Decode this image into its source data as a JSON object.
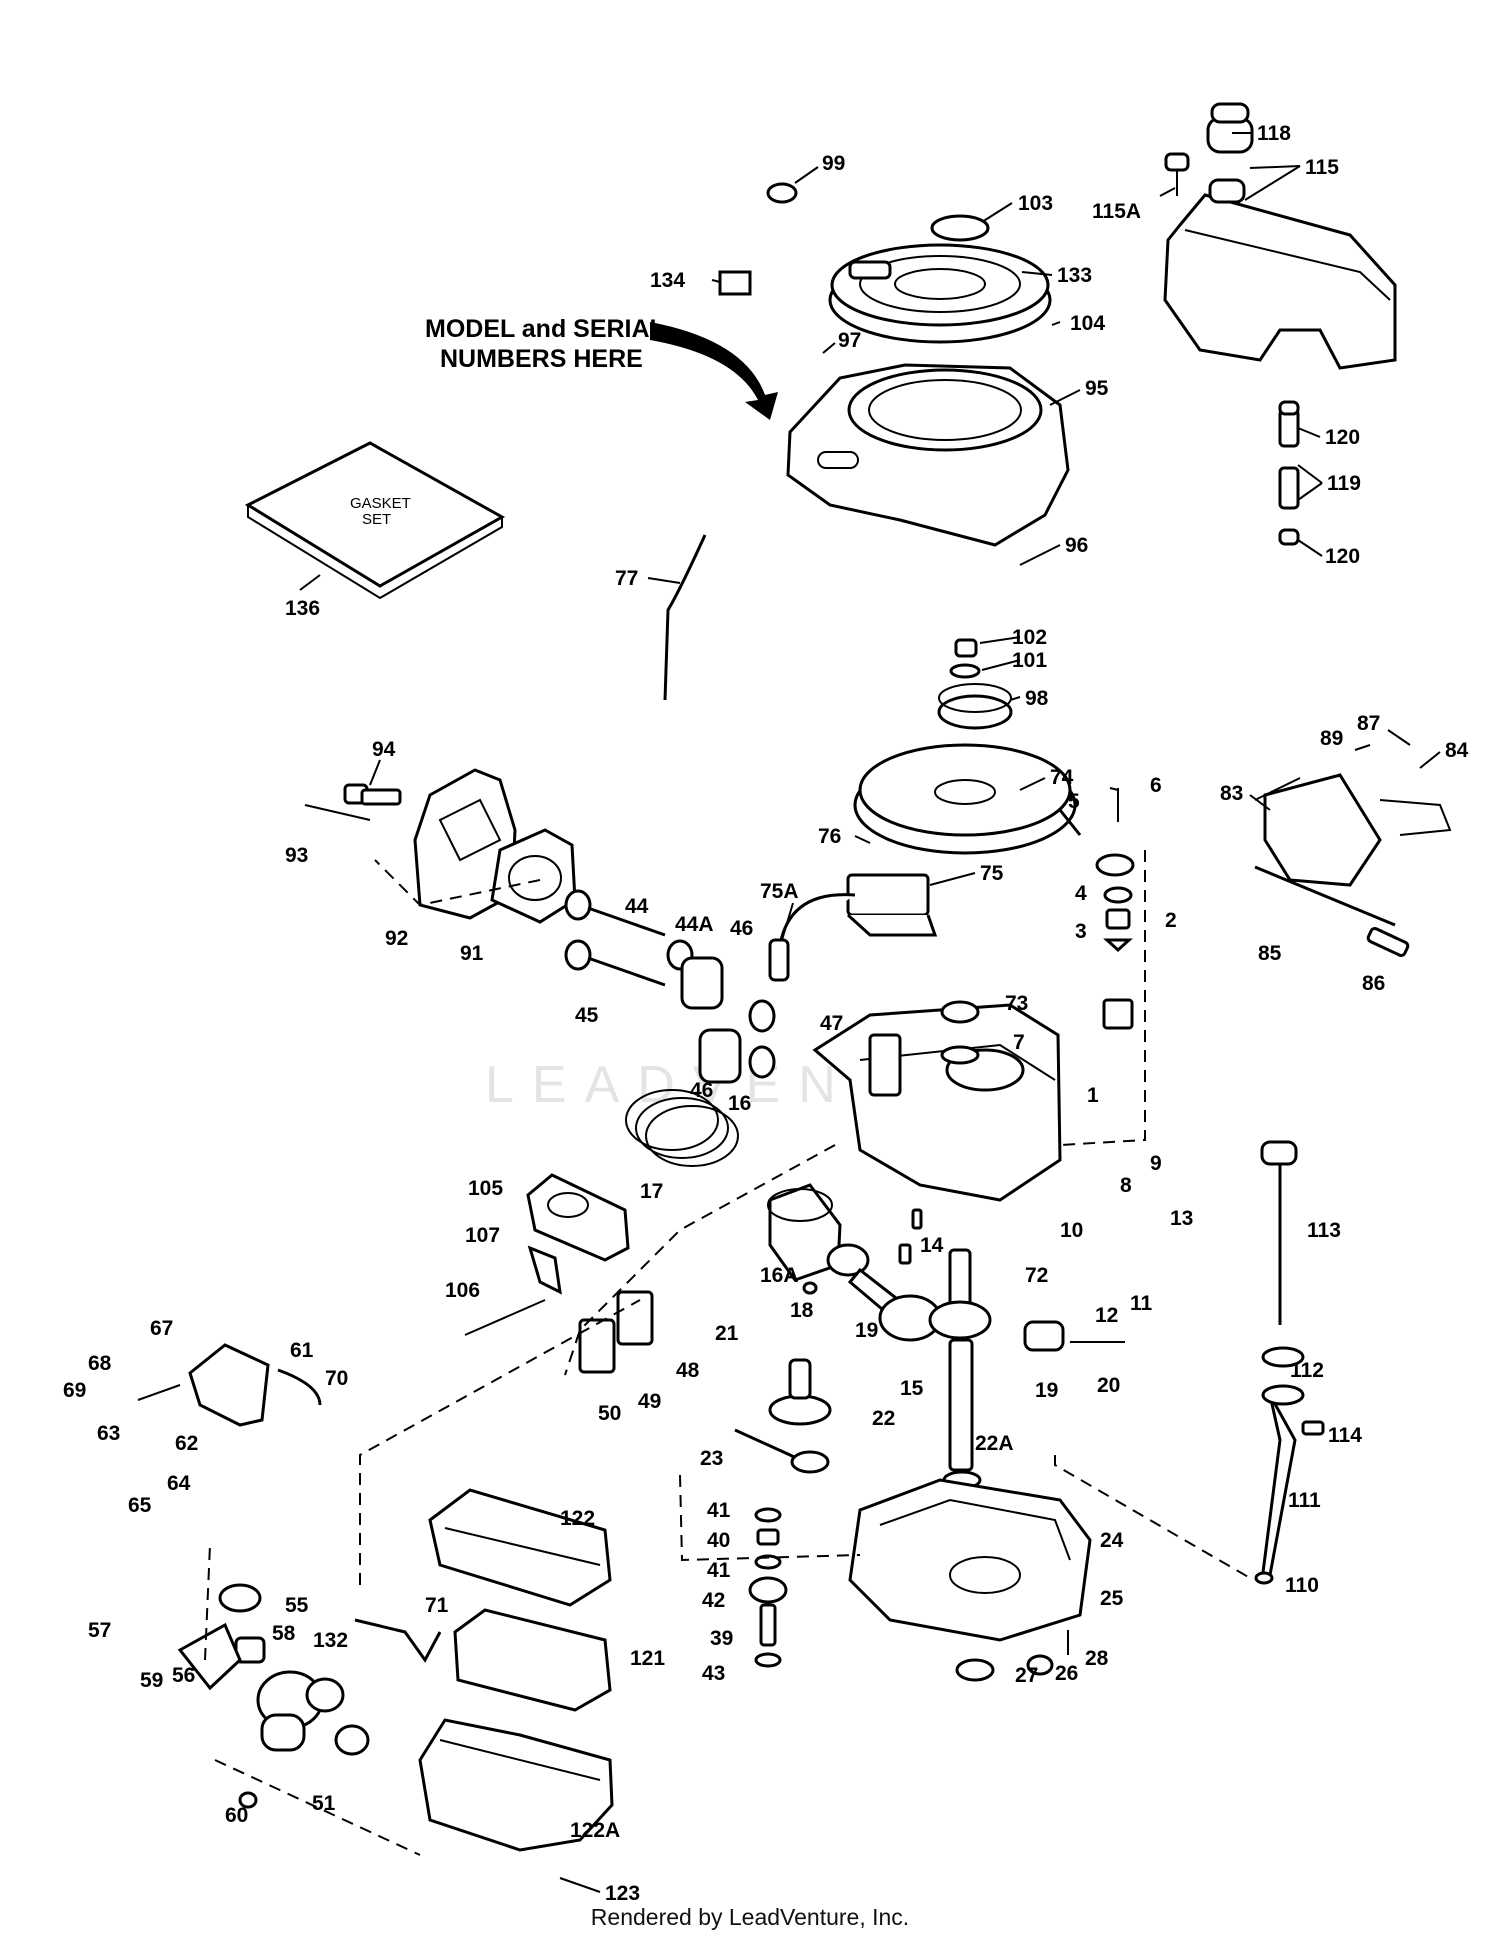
{
  "diagram": {
    "note_line1": "MODEL and SERIAL",
    "note_line2": "NUMBERS HERE",
    "gasket_line1": "GASKET",
    "gasket_line2": "SET",
    "watermark": "LEADVENTURE",
    "footer": "Rendered by LeadVenture, Inc.",
    "labels": [
      {
        "id": "l118",
        "text": "118"
      },
      {
        "id": "l115",
        "text": "115"
      },
      {
        "id": "l115a",
        "text": "115A"
      },
      {
        "id": "l99",
        "text": "99"
      },
      {
        "id": "l103",
        "text": "103"
      },
      {
        "id": "l134",
        "text": "134"
      },
      {
        "id": "l133",
        "text": "133"
      },
      {
        "id": "l104",
        "text": "104"
      },
      {
        "id": "l97",
        "text": "97"
      },
      {
        "id": "l95",
        "text": "95"
      },
      {
        "id": "l120a",
        "text": "120"
      },
      {
        "id": "l119",
        "text": "119"
      },
      {
        "id": "l120b",
        "text": "120"
      },
      {
        "id": "l136",
        "text": "136"
      },
      {
        "id": "l96",
        "text": "96"
      },
      {
        "id": "l77",
        "text": "77"
      },
      {
        "id": "l102",
        "text": "102"
      },
      {
        "id": "l101",
        "text": "101"
      },
      {
        "id": "l98",
        "text": "98"
      },
      {
        "id": "l94",
        "text": "94"
      },
      {
        "id": "l74",
        "text": "74"
      },
      {
        "id": "l6",
        "text": "6"
      },
      {
        "id": "l5",
        "text": "5"
      },
      {
        "id": "l87",
        "text": "87"
      },
      {
        "id": "l89",
        "text": "89"
      },
      {
        "id": "l84",
        "text": "84"
      },
      {
        "id": "l83",
        "text": "83"
      },
      {
        "id": "l93",
        "text": "93"
      },
      {
        "id": "l76",
        "text": "76"
      },
      {
        "id": "l75a",
        "text": "75A"
      },
      {
        "id": "l75",
        "text": "75"
      },
      {
        "id": "l4",
        "text": "4"
      },
      {
        "id": "l2",
        "text": "2"
      },
      {
        "id": "l3",
        "text": "3"
      },
      {
        "id": "l92",
        "text": "92"
      },
      {
        "id": "l91",
        "text": "91"
      },
      {
        "id": "l44",
        "text": "44"
      },
      {
        "id": "l44a",
        "text": "44A"
      },
      {
        "id": "l46a",
        "text": "46"
      },
      {
        "id": "l85",
        "text": "85"
      },
      {
        "id": "l86",
        "text": "86"
      },
      {
        "id": "l73",
        "text": "73"
      },
      {
        "id": "l45",
        "text": "45"
      },
      {
        "id": "l47",
        "text": "47"
      },
      {
        "id": "l7",
        "text": "7"
      },
      {
        "id": "l46b",
        "text": "46"
      },
      {
        "id": "l1",
        "text": "1"
      },
      {
        "id": "l16",
        "text": "16"
      },
      {
        "id": "l9",
        "text": "9"
      },
      {
        "id": "l17",
        "text": "17"
      },
      {
        "id": "l8",
        "text": "8"
      },
      {
        "id": "l105",
        "text": "105"
      },
      {
        "id": "l13",
        "text": "13"
      },
      {
        "id": "l113",
        "text": "113"
      },
      {
        "id": "l10",
        "text": "10"
      },
      {
        "id": "l14",
        "text": "14"
      },
      {
        "id": "l107",
        "text": "107"
      },
      {
        "id": "l16a",
        "text": "16A"
      },
      {
        "id": "l72",
        "text": "72"
      },
      {
        "id": "l11",
        "text": "11"
      },
      {
        "id": "l106",
        "text": "106"
      },
      {
        "id": "l18",
        "text": "18"
      },
      {
        "id": "l12",
        "text": "12"
      },
      {
        "id": "l67",
        "text": "67"
      },
      {
        "id": "l19a",
        "text": "19"
      },
      {
        "id": "l61",
        "text": "61"
      },
      {
        "id": "l21",
        "text": "21"
      },
      {
        "id": "l68",
        "text": "68"
      },
      {
        "id": "l70",
        "text": "70"
      },
      {
        "id": "l48",
        "text": "48"
      },
      {
        "id": "l112",
        "text": "112"
      },
      {
        "id": "l69",
        "text": "69"
      },
      {
        "id": "l15",
        "text": "15"
      },
      {
        "id": "l19b",
        "text": "19"
      },
      {
        "id": "l20",
        "text": "20"
      },
      {
        "id": "l49",
        "text": "49"
      },
      {
        "id": "l50",
        "text": "50"
      },
      {
        "id": "l22",
        "text": "22"
      },
      {
        "id": "l114",
        "text": "114"
      },
      {
        "id": "l63",
        "text": "63"
      },
      {
        "id": "l62",
        "text": "62"
      },
      {
        "id": "l22a",
        "text": "22A"
      },
      {
        "id": "l23",
        "text": "23"
      },
      {
        "id": "l64",
        "text": "64"
      },
      {
        "id": "l65",
        "text": "65"
      },
      {
        "id": "l111",
        "text": "111"
      },
      {
        "id": "l41a",
        "text": "41"
      },
      {
        "id": "l122",
        "text": "122"
      },
      {
        "id": "l24",
        "text": "24"
      },
      {
        "id": "l40",
        "text": "40"
      },
      {
        "id": "l41b",
        "text": "41"
      },
      {
        "id": "l110",
        "text": "110"
      },
      {
        "id": "l42",
        "text": "42"
      },
      {
        "id": "l25",
        "text": "25"
      },
      {
        "id": "l55",
        "text": "55"
      },
      {
        "id": "l71",
        "text": "71"
      },
      {
        "id": "l57",
        "text": "57"
      },
      {
        "id": "l58",
        "text": "58"
      },
      {
        "id": "l132",
        "text": "132"
      },
      {
        "id": "l39",
        "text": "39"
      },
      {
        "id": "l121",
        "text": "121"
      },
      {
        "id": "l28",
        "text": "28"
      },
      {
        "id": "l59",
        "text": "59"
      },
      {
        "id": "l56",
        "text": "56"
      },
      {
        "id": "l43",
        "text": "43"
      },
      {
        "id": "l27",
        "text": "27"
      },
      {
        "id": "l26",
        "text": "26"
      },
      {
        "id": "l60",
        "text": "60"
      },
      {
        "id": "l51",
        "text": "51"
      },
      {
        "id": "l122a",
        "text": "122A"
      },
      {
        "id": "l123",
        "text": "123"
      }
    ]
  }
}
